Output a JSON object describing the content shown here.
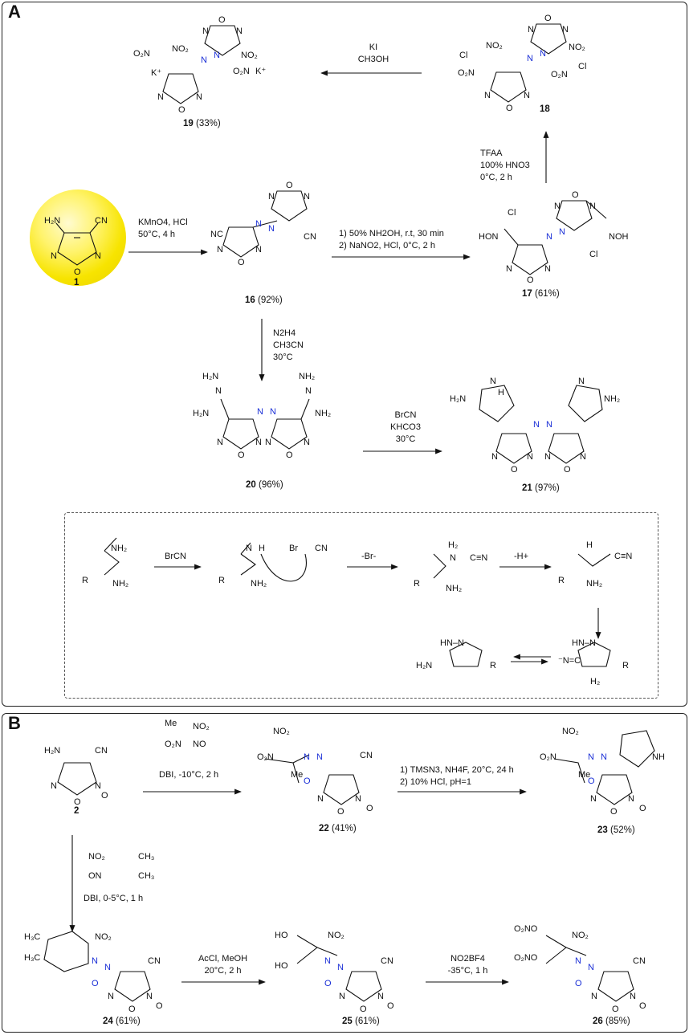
{
  "panel_a": {
    "letter": "A",
    "compounds": {
      "c19": {
        "num": "19",
        "yield": "(33%)"
      },
      "c18": {
        "num": "18",
        "yield": ""
      },
      "c1": {
        "num": "1",
        "yield": ""
      },
      "c16": {
        "num": "16",
        "yield": "(92%)"
      },
      "c17": {
        "num": "17",
        "yield": "(61%)"
      },
      "c20": {
        "num": "20",
        "yield": "(96%)"
      },
      "c21": {
        "num": "21",
        "yield": "(97%)"
      }
    },
    "conditions": {
      "to19": "KI\nCH3OH",
      "to18": "TFAA\n100% HNO3\n0°C, 2 h",
      "to16": "KMnO4, HCl\n50°C, 4 h",
      "to17": "1) 50% NH2OH, r.t, 30 min\n2) NaNO2, HCl, 0°C, 2 h",
      "to20": "N2H4\nCH3CN\n30°C",
      "to21": "BrCN\nKHCO3\n30°C"
    },
    "mechanism": {
      "reagent": "BrCN",
      "step2": "-Br-",
      "step3": "-H+"
    }
  },
  "panel_b": {
    "letter": "B",
    "compounds": {
      "c2": {
        "num": "2",
        "yield": ""
      },
      "c22": {
        "num": "22",
        "yield": "(41%)"
      },
      "c23": {
        "num": "23",
        "yield": "(52%)"
      },
      "c24": {
        "num": "24",
        "yield": "(61%)"
      },
      "c25": {
        "num": "25",
        "yield": "(61%)"
      },
      "c26": {
        "num": "26",
        "yield": "(85%)"
      }
    },
    "conditions": {
      "to22": "DBI, -10°C, 2 h",
      "to23": "1) TMSN3, NH4F, 20°C, 24 h\n2) 10% HCl, pH=1",
      "to24": "DBI, 0-5°C, 1 h",
      "to25": "AcCl, MeOH\n20°C, 2 h",
      "to26": "NO2BF4\n-35°C, 1 h"
    }
  },
  "colors": {
    "azo_blue": "#1a2fd6",
    "sphere_yellow": "#f7e400",
    "border": "#222222"
  }
}
